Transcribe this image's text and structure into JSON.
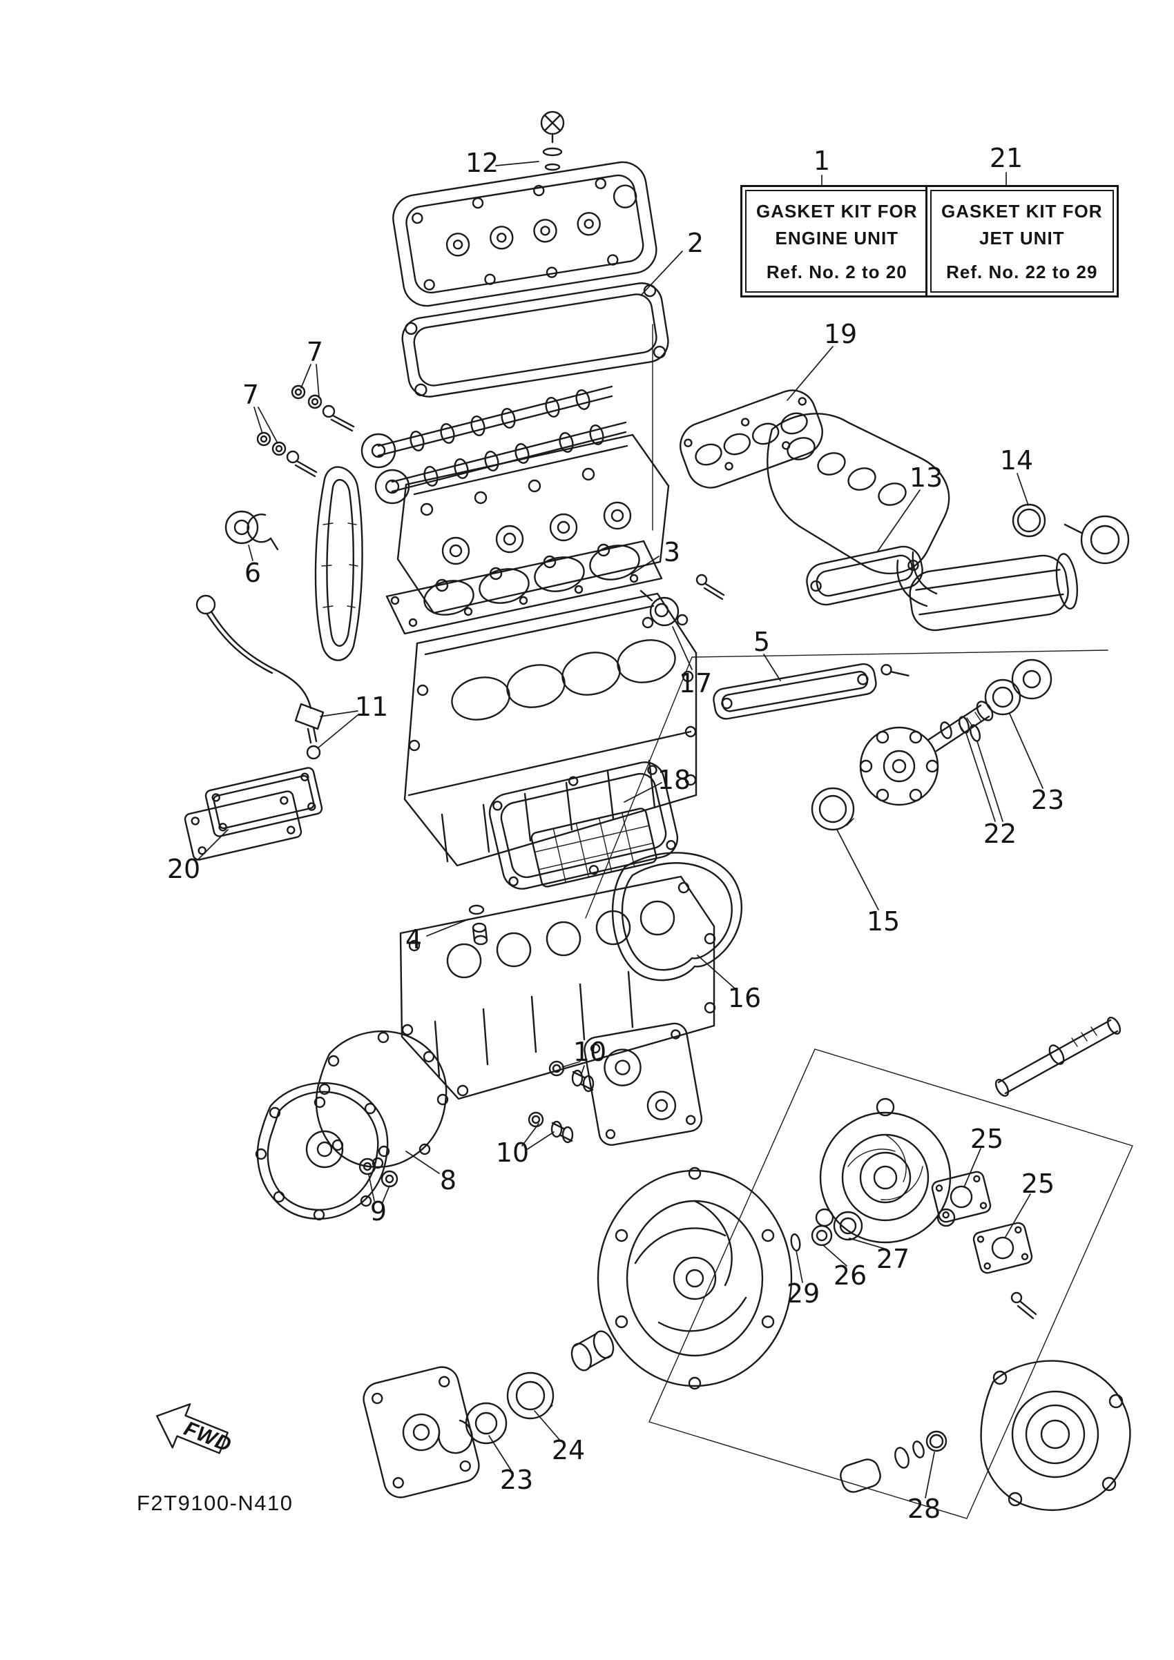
{
  "diagram": {
    "drawing_code": "F2T9100-N410",
    "fwd_label": "FWD",
    "ink_color": "#1a1a1a",
    "background_color": "#ffffff"
  },
  "kit_boxes": {
    "engine": {
      "line1": "GASKET KIT FOR",
      "line2": "ENGINE UNIT",
      "line3": "Ref. No. 2 to 20"
    },
    "jet": {
      "line1": "GASKET KIT FOR",
      "line2": "JET UNIT",
      "line3": "Ref. No. 22 to 29"
    }
  },
  "callouts": {
    "c1": "1",
    "c2": "2",
    "c3": "3",
    "c4": "4",
    "c5": "5",
    "c6": "6",
    "c7a": "7",
    "c7b": "7",
    "c8": "8",
    "c9": "9",
    "c10a": "10",
    "c10b": "10",
    "c11": "11",
    "c12": "12",
    "c13": "13",
    "c14": "14",
    "c15": "15",
    "c16": "16",
    "c17": "17",
    "c18": "18",
    "c19": "19",
    "c20": "20",
    "c21": "21",
    "c22": "22",
    "c23a": "23",
    "c23b": "23",
    "c24": "24",
    "c25a": "25",
    "c25b": "25",
    "c26": "26",
    "c27": "27",
    "c28": "28",
    "c29": "29"
  }
}
